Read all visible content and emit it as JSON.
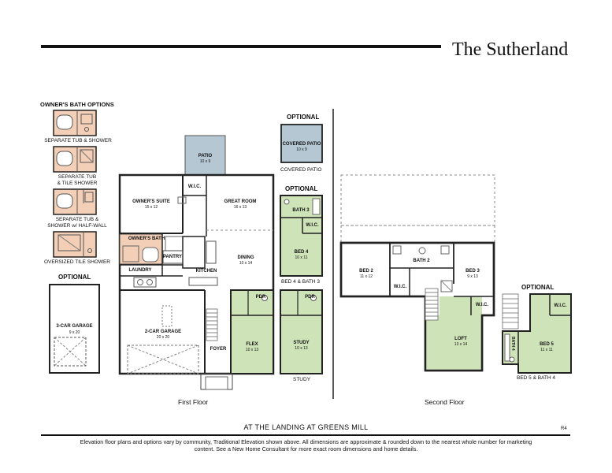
{
  "header": {
    "title": "The Sutherland"
  },
  "owners_bath_options": {
    "heading": "OWNER'S BATH OPTIONS",
    "options": [
      {
        "label": "SEPARATE TUB & SHOWER"
      },
      {
        "label": "SEPARATE TUB\n& TILE SHOWER"
      },
      {
        "label": "SEPARATE TUB &\nSHOWER w/ HALF-WALL"
      },
      {
        "label": "OVERSIZED TILE SHOWER"
      }
    ]
  },
  "garage_option": {
    "heading": "OPTIONAL",
    "room": "3-CAR GARAGE",
    "dim": "9 x 20"
  },
  "covered_patio_option": {
    "heading": "OPTIONAL",
    "room": "COVERED PATIO",
    "dim": "10 x 9",
    "caption": "COVERED PATIO"
  },
  "bed4_bath3_option": {
    "heading": "OPTIONAL",
    "bath": "BATH 3",
    "wic": "W.I.C.",
    "bed": "BED 4",
    "bed_dim": "10 x 11",
    "caption": "BED 4 & BATH 3"
  },
  "study_option": {
    "pdr": "PDR",
    "room": "STUDY",
    "dim": "10 x 13",
    "caption": "STUDY"
  },
  "first_floor": {
    "label": "First Floor",
    "rooms": {
      "patio": "PATIO",
      "patio_dim": "10 x 9",
      "wic": "W.I.C.",
      "owners_suite": "OWNER'S SUITE",
      "owners_suite_dim": "15 x 12",
      "great_room": "GREAT ROOM",
      "great_room_dim": "16 x 13",
      "owners_bath": "OWNER'S BATH",
      "pantry": "PANTRY",
      "dining": "DINING",
      "dining_dim": "10 x 14",
      "laundry": "LAUNDRY",
      "kitchen": "KITCHEN",
      "pdr": "PDR",
      "garage": "2-CAR GARAGE",
      "garage_dim": "20 x 20",
      "flex": "FLEX",
      "flex_dim": "10 x 13",
      "foyer": "FOYER"
    }
  },
  "second_floor": {
    "label": "Second Floor",
    "rooms": {
      "bed2": "BED 2",
      "bed2_dim": "11 x 12",
      "bath2": "BATH 2",
      "bed3": "BED 3",
      "bed3_dim": "9 x 13",
      "wic_a": "W.I.C.",
      "wic_b": "W.I.C.",
      "loft": "LOFT",
      "loft_dim": "13 x 14"
    }
  },
  "bed5_bath4_option": {
    "heading": "OPTIONAL",
    "wic": "W.I.C.",
    "bath": "BATH 4",
    "bed": "BED 5",
    "bed_dim": "11 x 11",
    "caption": "BED 5 & BATH 4"
  },
  "footer": {
    "community": "AT THE LANDING AT GREENS MILL",
    "revision": "R4",
    "disclaimer": "Elevation floor plans and options vary by community, Traditional Elevation shown above. All dimensions are approximate & rounded down to the nearest whole number for marketing content. See a New Home Consultant for more exact room dimensions and home details."
  },
  "colors": {
    "green": "#cfe3b8",
    "blue": "#b5c7d3",
    "peach": "#f2cfb6",
    "wall": "#222222"
  }
}
